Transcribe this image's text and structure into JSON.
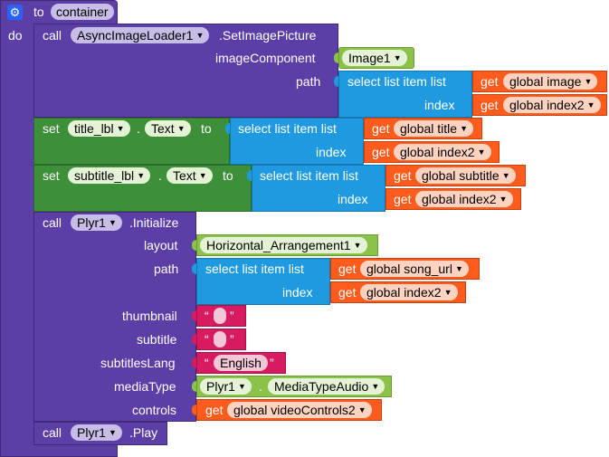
{
  "proc": {
    "to": "to",
    "name": "container",
    "do": "do"
  },
  "set_image": {
    "call": "call",
    "component": "AsyncImageLoader1",
    "method": ".SetImagePicture",
    "arg1_label": "imageComponent",
    "arg1_value": "Image1",
    "arg2_label": "path",
    "select_label": "select list item  list",
    "index_label": "index",
    "get": "get",
    "list_var": "global image",
    "index_var": "global index2"
  },
  "set_title": {
    "set": "set",
    "component": "title_lbl",
    "dot": ".",
    "prop": "Text",
    "to": "to",
    "select_label": "select list item  list",
    "index_label": "index",
    "get": "get",
    "list_var": "global title",
    "index_var": "global index2"
  },
  "set_subtitle": {
    "set": "set",
    "component": "subtitle_lbl",
    "dot": ".",
    "prop": "Text",
    "to": "to",
    "select_label": "select list item  list",
    "index_label": "index",
    "get": "get",
    "list_var": "global subtitle",
    "index_var": "global index2"
  },
  "plyr_init": {
    "call": "call",
    "component": "Plyr1",
    "method": ".Initialize",
    "layout_label": "layout",
    "layout_value": "Horizontal_Arrangement1",
    "path_label": "path",
    "select_label": "select list item  list",
    "index_label": "index",
    "get": "get",
    "list_var": "global song_url",
    "index_var": "global index2",
    "thumbnail_label": "thumbnail",
    "subtitle_label": "subtitle",
    "subtitlesLang_label": "subtitlesLang",
    "subtitlesLang_value": "English",
    "quote_open": "“",
    "quote_close": "”",
    "mediaType_label": "mediaType",
    "mediaType_comp": "Plyr1",
    "mediaType_dot": ".",
    "mediaType_value": "MediaTypeAudio",
    "controls_label": "controls",
    "controls_var": "global videoControls2"
  },
  "plyr_play": {
    "call": "call",
    "component": "Plyr1",
    "method": ".Play"
  },
  "icons": {
    "gear": "gear-icon",
    "dropdown": "dropdown-arrow-icon"
  },
  "colors": {
    "procedure": "#5b3ea6",
    "setter": "#3d8f3a",
    "component": "#8bc34a",
    "list": "#1f9ae0",
    "variable": "#ff5b1c",
    "text": "#d81b60"
  }
}
